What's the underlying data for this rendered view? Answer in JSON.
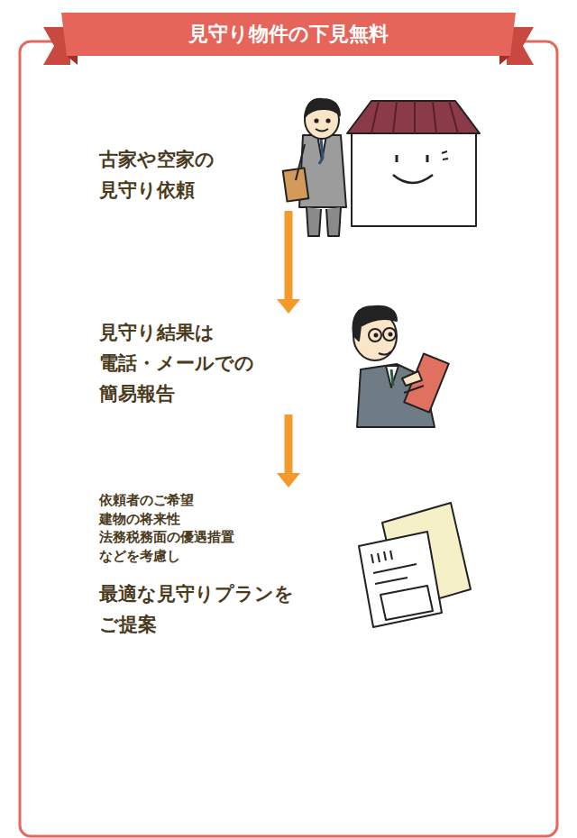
{
  "diagram": {
    "title": "見守り物件の下見無料",
    "nodes": [
      {
        "text": [
          "古家や空家の 見守り依頼"
        ]
      },
      {
        "text": [
          "見守り結果は 電話・メールでの 簡易報告"
        ]
      },
      {
        "text": [
          "依頼者のご希望 建物の将来性 法務税務面の優遇措置 などを考慮し",
          "最適な見守りプランを ご提案"
        ]
      }
    ],
    "edges": [
      {
        "from": 0,
        "to": 1,
        "arrow": "to"
      },
      {
        "from": 1,
        "to": 2,
        "arrow": "to"
      }
    ]
  }
}
